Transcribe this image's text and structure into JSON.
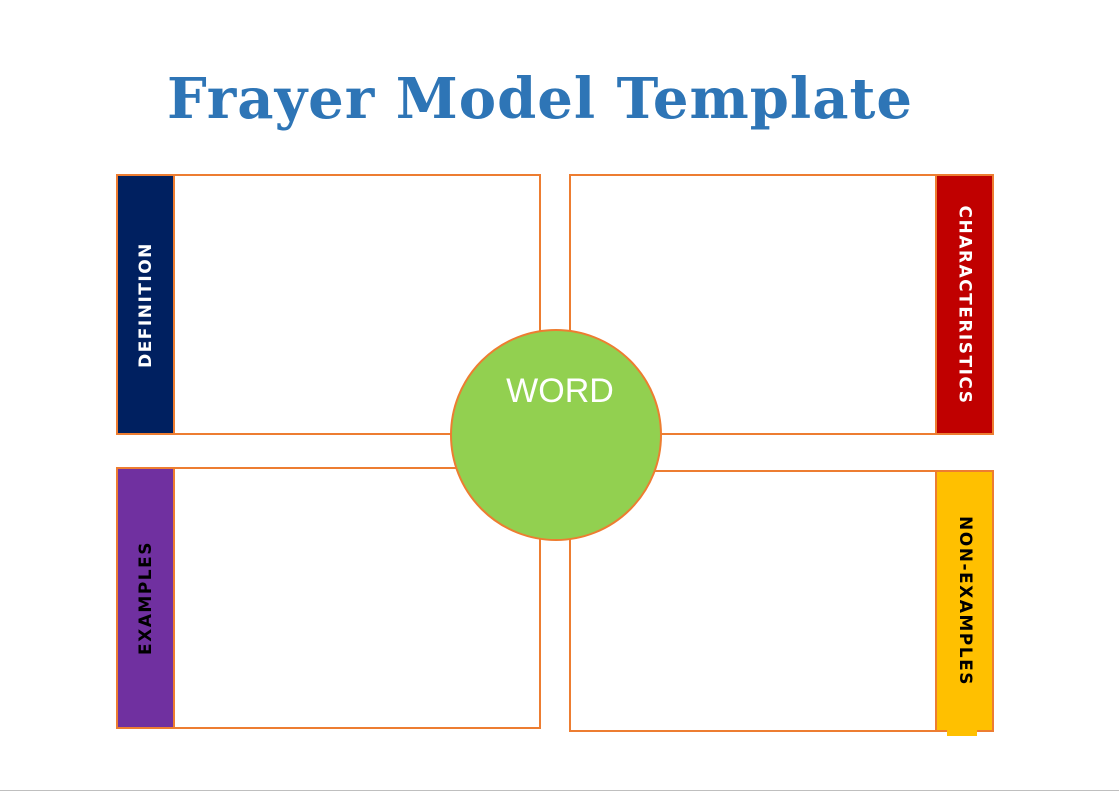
{
  "title": {
    "text": "Frayer Model Template",
    "color": "#2E75B6"
  },
  "center": {
    "label": "WORD",
    "fill": "#92D050",
    "text_color": "#ffffff"
  },
  "quadrants": {
    "definition": {
      "label": "DEFINITION",
      "color": "#002060",
      "text_color": "#ffffff"
    },
    "characteristics": {
      "label": "CHARACTERISTICS",
      "color": "#C00000",
      "text_color": "#ffffff"
    },
    "examples": {
      "label": "EXAMPLES",
      "color": "#7030A0",
      "text_color": "#000000"
    },
    "non_examples": {
      "label": "NON-EXAMPLES",
      "color": "#FFC000",
      "text_color": "#000000"
    }
  },
  "border_color": "#ED7D31"
}
